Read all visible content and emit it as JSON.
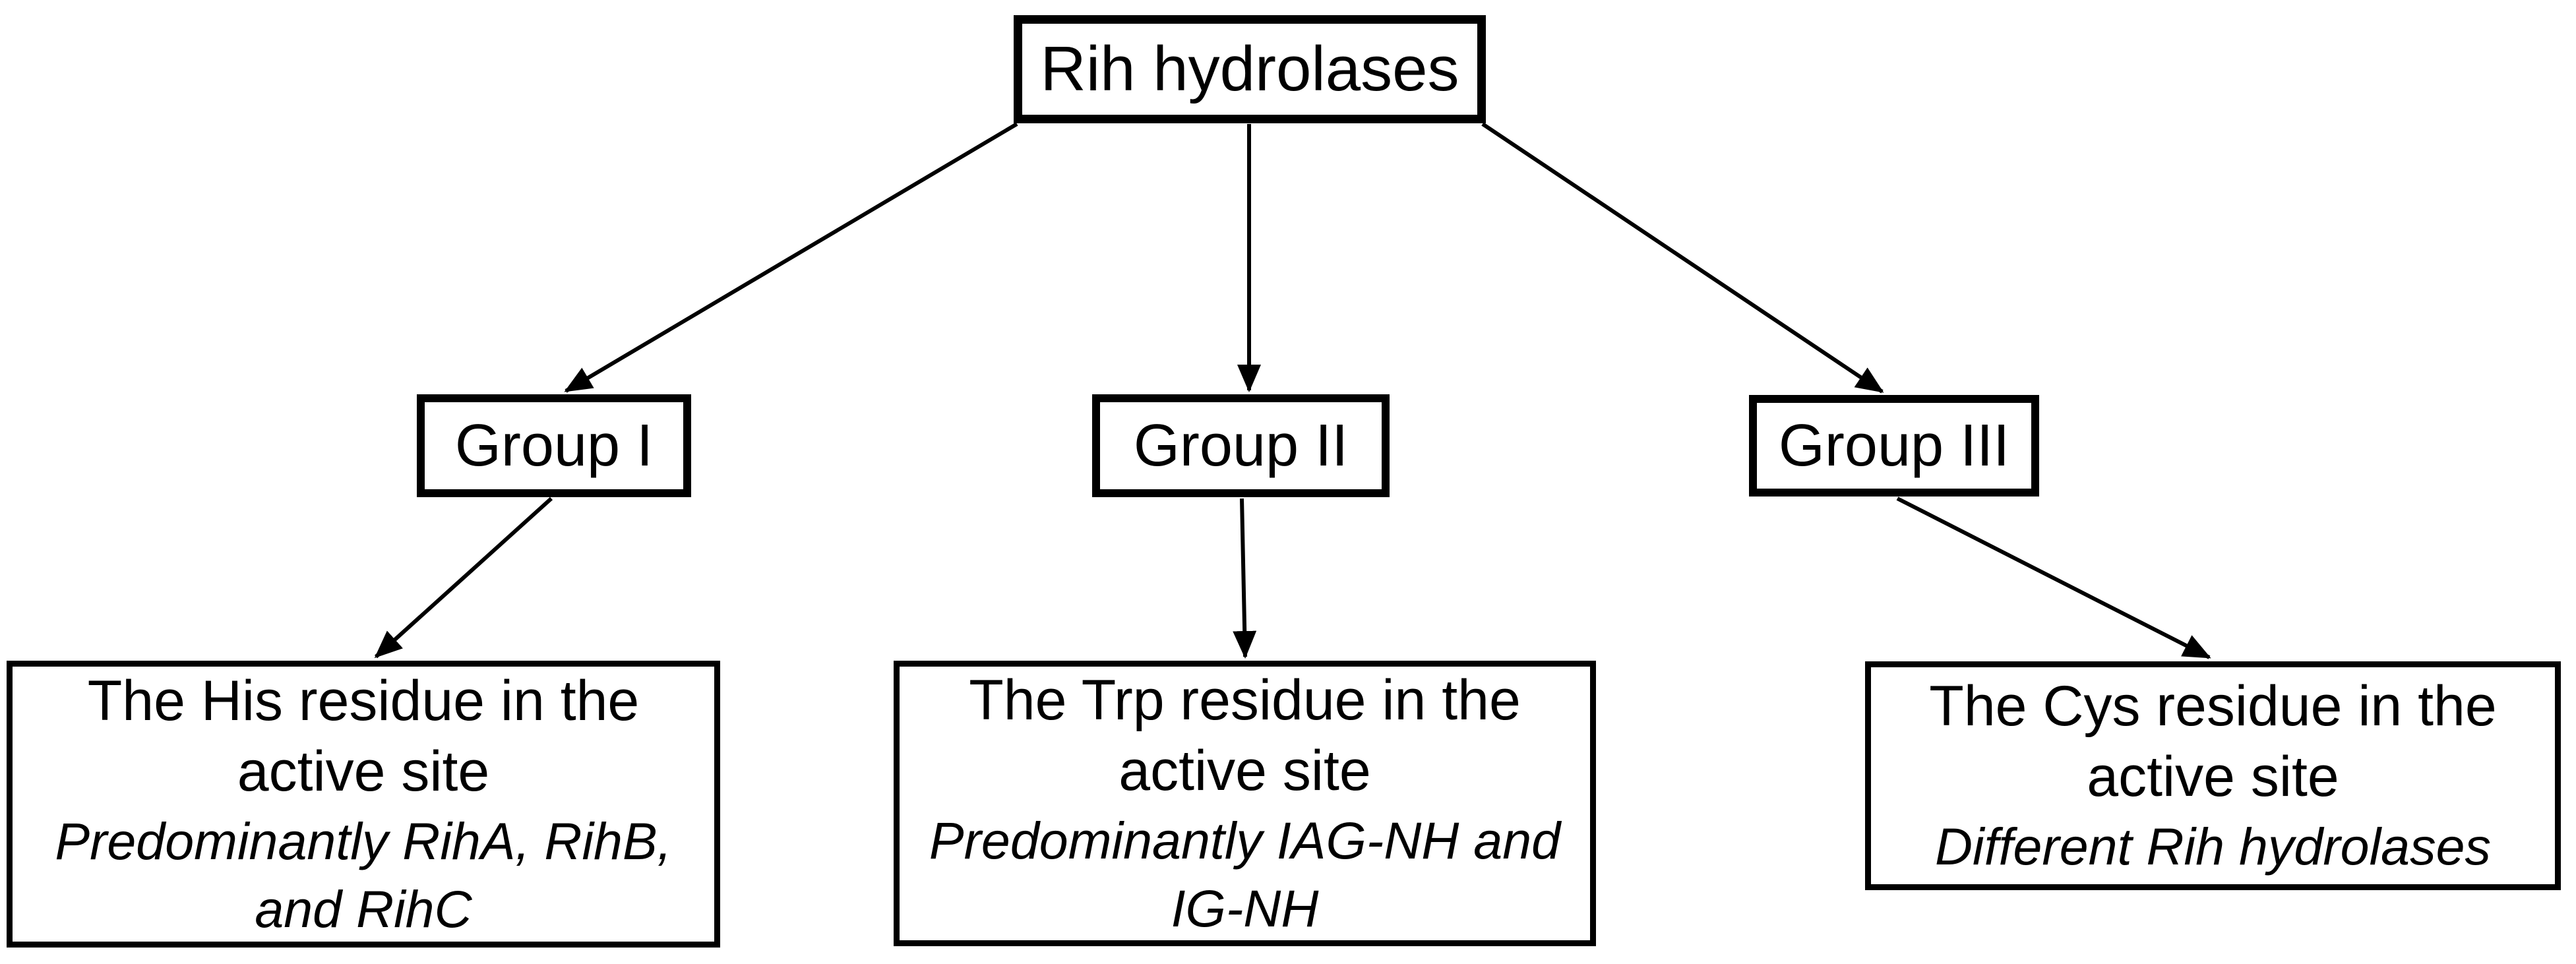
{
  "diagram": {
    "root": {
      "label": "Rih hydrolases"
    },
    "groups": [
      {
        "id": "group-1",
        "label": "Group I"
      },
      {
        "id": "group-2",
        "label": "Group II"
      },
      {
        "id": "group-3",
        "label": "Group III"
      }
    ],
    "details": [
      {
        "id": "detail-1",
        "title_line1": "The His residue in the",
        "title_line2": "active site",
        "note_line1": "Predominantly RihA, RihB,",
        "note_line2": "and RihC"
      },
      {
        "id": "detail-2",
        "title_line1": "The Trp residue in the",
        "title_line2": "active site",
        "note_line1": "Predominantly IAG-NH and",
        "note_line2": "IG-NH"
      },
      {
        "id": "detail-3",
        "title_line1": "The Cys residue in the",
        "title_line2": "active site",
        "note_line1": "Different Rih hydrolases",
        "note_line2": ""
      }
    ],
    "connections": [
      {
        "from": "root",
        "to": "group-1"
      },
      {
        "from": "root",
        "to": "group-2"
      },
      {
        "from": "root",
        "to": "group-3"
      },
      {
        "from": "group-1",
        "to": "detail-1"
      },
      {
        "from": "group-2",
        "to": "detail-2"
      },
      {
        "from": "group-3",
        "to": "detail-3"
      }
    ],
    "colors": {
      "line": "#000000",
      "text": "#000000",
      "box_fill": "#ffffff",
      "background": "#ffffff"
    }
  }
}
